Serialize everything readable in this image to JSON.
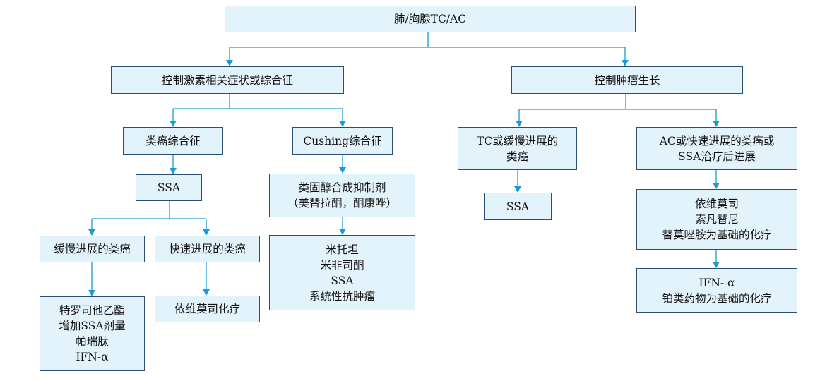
{
  "colors": {
    "box_fill": "#e3f3fb",
    "box_border": "#2a4f73",
    "arrow": "#1a9ad6"
  },
  "nodes": {
    "root": [
      "肺/胸腺TC/AC"
    ],
    "control_hormone": [
      "控制激素相关症状或综合征"
    ],
    "control_tumor": [
      "控制肿瘤生长"
    ],
    "carcinoid_syndrome": [
      "类癌综合征"
    ],
    "cushing": [
      "Cushing综合征"
    ],
    "ssa_left": [
      "SSA"
    ],
    "steroid_inhibitor": [
      "类固醇合成抑制剂",
      "（美替拉酮，酮康唑）"
    ],
    "slow_carcinoid": [
      "缓慢进展的类癌"
    ],
    "fast_carcinoid": [
      "快速进展的类癌"
    ],
    "telotristat": [
      "特罗司他乙酯",
      "增加SSA剂量",
      "帕瑞肽",
      "IFN-α"
    ],
    "everolimus_chemo": [
      "依维莫司化疗"
    ],
    "mitotane": [
      "米托坦",
      "米非司酮",
      "SSA",
      "系统性抗肿瘤"
    ],
    "tc_slow": [
      "TC或缓慢进展的",
      "类癌"
    ],
    "ac_fast": [
      "AC或快速进展的类癌或",
      "SSA治疗后进展"
    ],
    "ssa_right": [
      "SSA"
    ],
    "everolimus_sunitinib": [
      "依维莫司",
      "索凡替尼",
      "替莫唑胺为基础的化疗"
    ],
    "ifn_platinum": [
      "IFN- α",
      "铂类药物为基础的化疗"
    ]
  }
}
